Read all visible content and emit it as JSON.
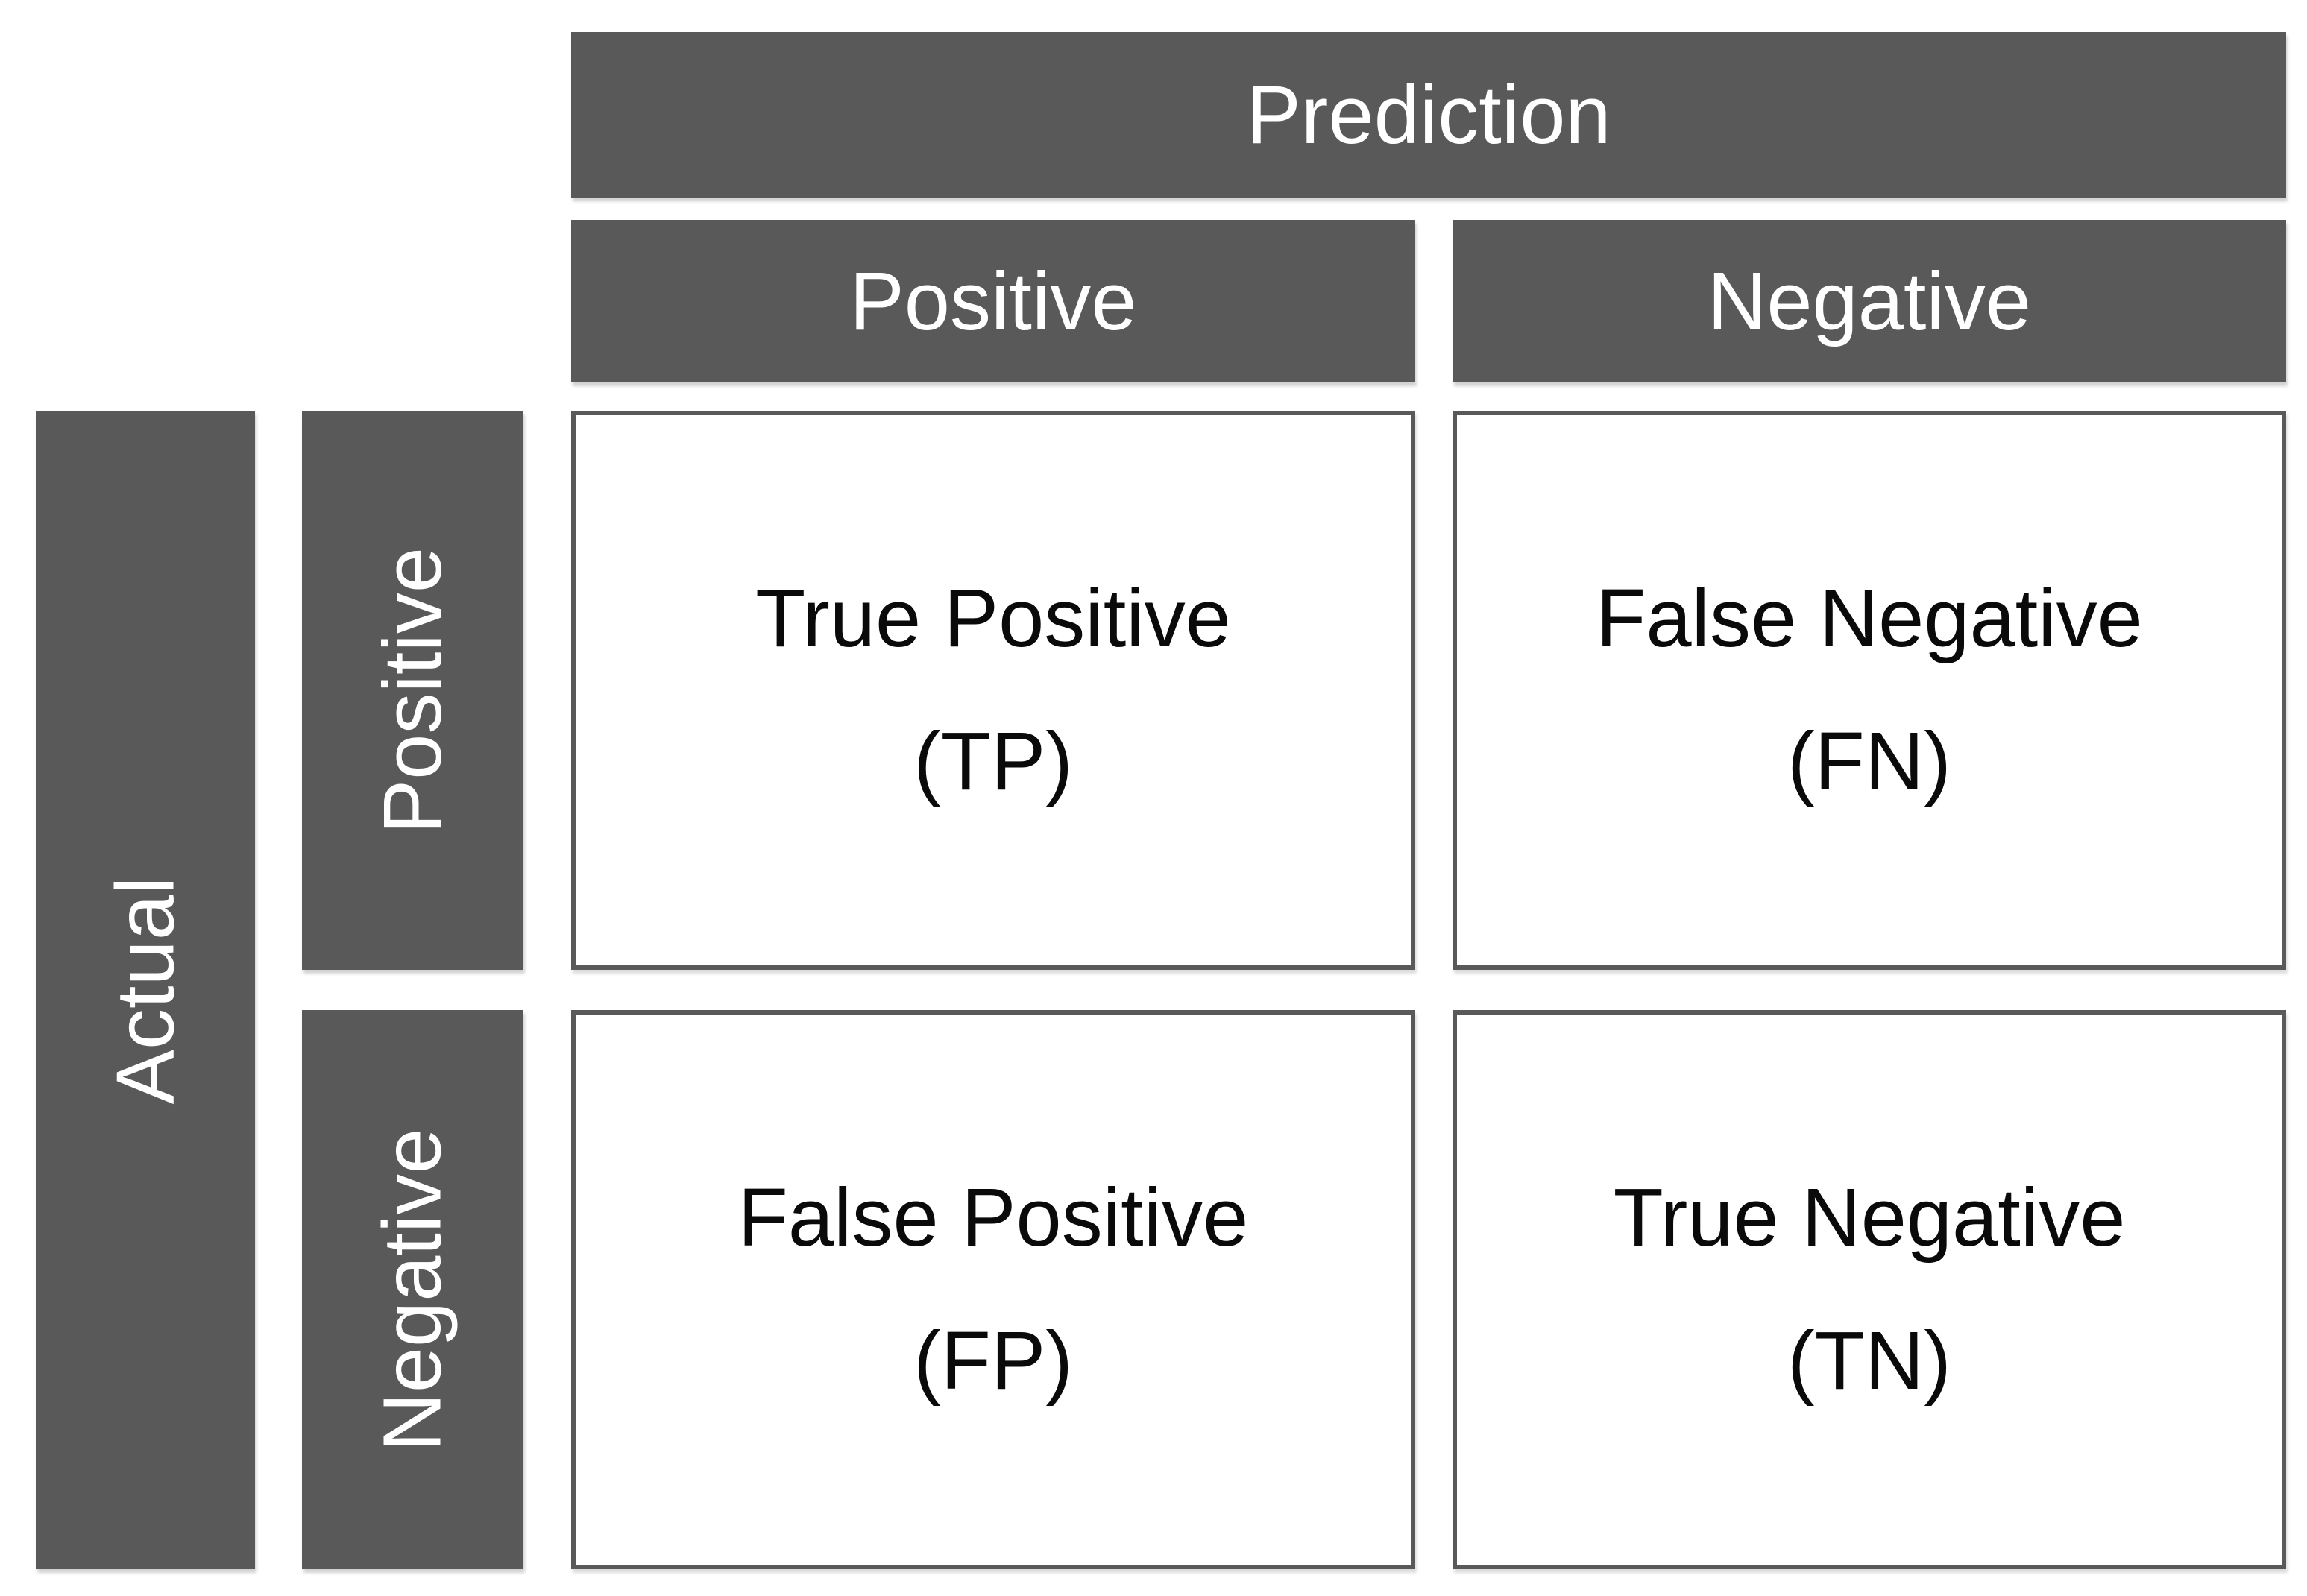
{
  "matrix": {
    "prediction_header": "Prediction",
    "actual_header": "Actual",
    "col_headers": [
      "Positive",
      "Negative"
    ],
    "row_headers": [
      "Positive",
      "Negative"
    ],
    "cells": [
      {
        "id": "tp",
        "label": "True Positive",
        "abbr": "(TP)"
      },
      {
        "id": "fn",
        "label": "False Negative",
        "abbr": "(FN)"
      },
      {
        "id": "fp",
        "label": "False Positive",
        "abbr": "(FP)"
      },
      {
        "id": "tn",
        "label": "True Negative",
        "abbr": "(TN)"
      }
    ],
    "colors": {
      "page_bg": "#ffffff",
      "header_bg": "#595959",
      "header_text": "#ffffff",
      "cell_bg": "#ffffff",
      "cell_border": "#595959",
      "cell_text": "#0a0a0a"
    }
  }
}
